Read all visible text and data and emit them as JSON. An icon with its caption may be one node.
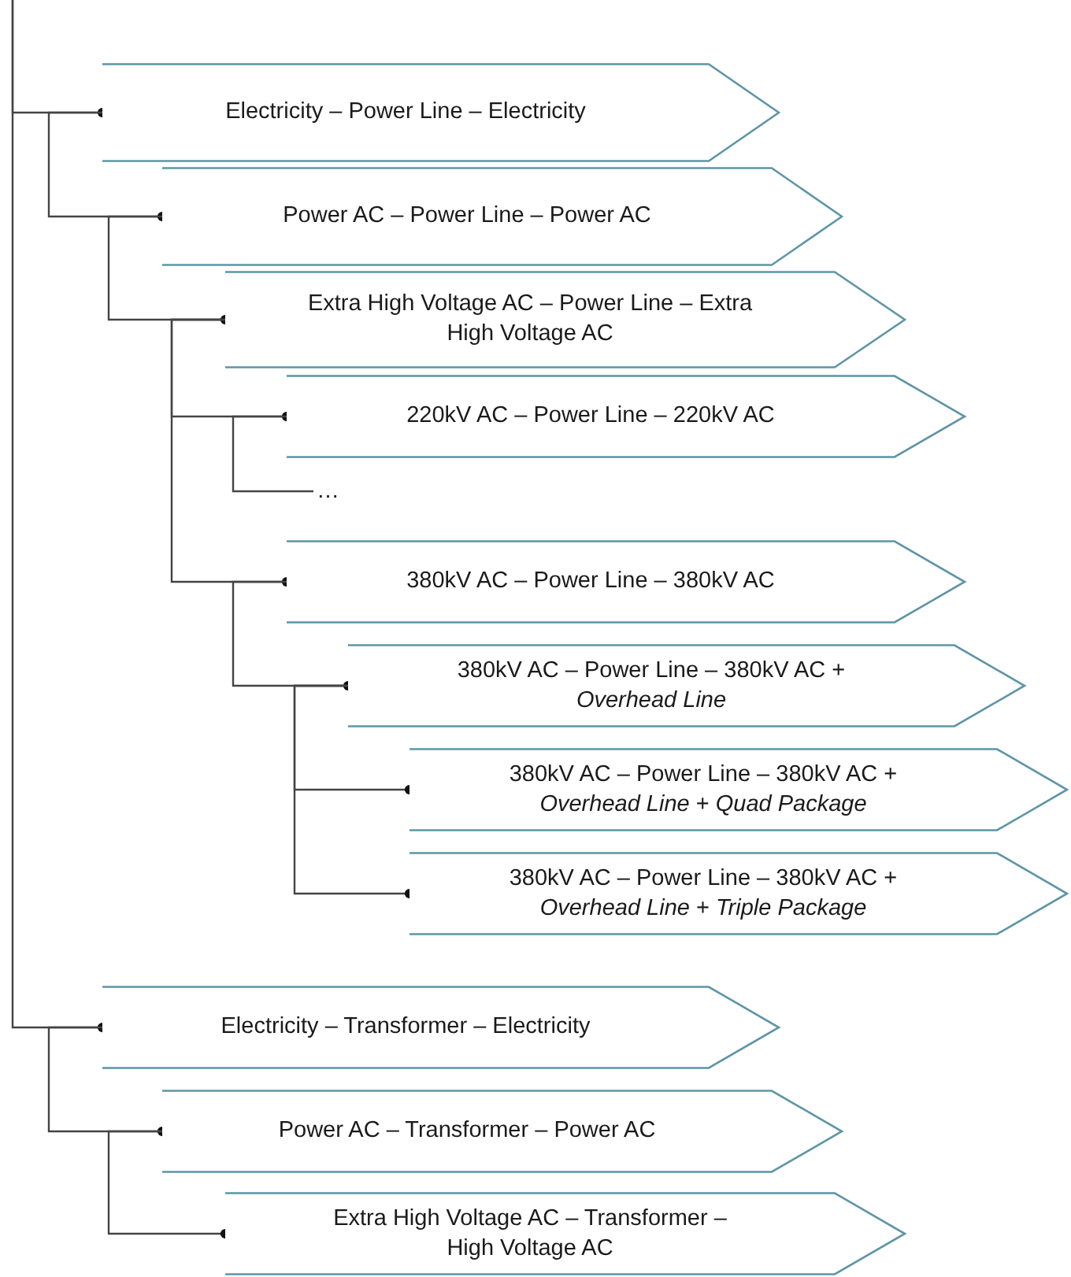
{
  "diagram": {
    "nodes": [
      {
        "text": [
          "Electricity – Power Line – Electricity"
        ]
      },
      {
        "text": [
          "Power AC – Power Line – Power AC"
        ]
      },
      {
        "text": [
          "Extra High Voltage AC – Power Line – Extra High Voltage AC"
        ]
      },
      {
        "text": [
          "220kV AC – Power Line – 220kV AC"
        ]
      },
      {
        "text": [
          "…"
        ]
      },
      {
        "text": [
          "380kV AC – Power Line – 380kV AC"
        ]
      },
      {
        "text": [
          "380kV AC – Power Line – 380kV AC + *Overhead Line*"
        ]
      },
      {
        "text": [
          "380kV AC – Power Line – 380kV AC + *Overhead Line* + *Quad Package*"
        ]
      },
      {
        "text": [
          "380kV AC – Power Line – 380kV AC + *Overhead Line* + *Triple Package*"
        ]
      },
      {
        "text": [
          "Electricity – Transformer – Electricity"
        ]
      },
      {
        "text": [
          "Power AC – Transformer – Power AC"
        ]
      },
      {
        "text": [
          "Extra High Voltage AC – Transformer – High Voltage AC"
        ]
      }
    ],
    "edges": [
      {
        "from": null,
        "to": 0,
        "arrow": "other"
      },
      {
        "from": 0,
        "to": 1,
        "arrow": "other"
      },
      {
        "from": 1,
        "to": 2,
        "arrow": "other"
      },
      {
        "from": 2,
        "to": 3,
        "arrow": "other"
      },
      {
        "from": 3,
        "to": 4,
        "arrow": "none"
      },
      {
        "from": 2,
        "to": 5,
        "arrow": "other"
      },
      {
        "from": 5,
        "to": 6,
        "arrow": "other"
      },
      {
        "from": 6,
        "to": 7,
        "arrow": "other"
      },
      {
        "from": 6,
        "to": 8,
        "arrow": "other"
      },
      {
        "from": null,
        "to": 9,
        "arrow": "other"
      },
      {
        "from": 9,
        "to": 10,
        "arrow": "other"
      },
      {
        "from": 10,
        "to": 11,
        "arrow": "other"
      }
    ]
  }
}
